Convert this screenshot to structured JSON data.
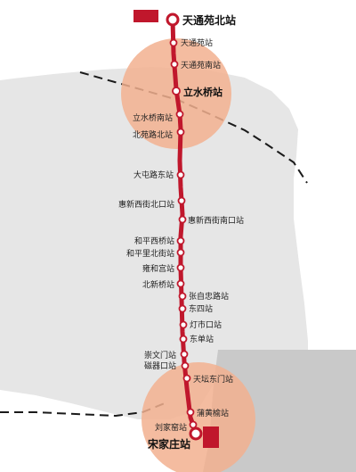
{
  "line": {
    "color": "#c0172c"
  },
  "zones": {
    "fill": "#e6e6e6",
    "circle_fill": "#f2b08f",
    "boundary_color": "#1a1a1a"
  },
  "stations": [
    {
      "id": "tiantongyuan-bei",
      "label": "天通苑北站",
      "kind": "terminal"
    },
    {
      "id": "tiantongyuan",
      "label": "天通苑站",
      "kind": "normal"
    },
    {
      "id": "tiantongyuan-nan",
      "label": "天通苑南站",
      "kind": "normal"
    },
    {
      "id": "lishuiqiao",
      "label": "立水桥站",
      "kind": "major"
    },
    {
      "id": "lishuiqiao-nan",
      "label": "立水桥南站",
      "kind": "normal"
    },
    {
      "id": "beiyuanlu-bei",
      "label": "北苑路北站",
      "kind": "normal"
    },
    {
      "id": "datunlu-dong",
      "label": "大屯路东站",
      "kind": "normal"
    },
    {
      "id": "huixinxijie-beikou",
      "label": "惠新西街北口站",
      "kind": "normal"
    },
    {
      "id": "huixinxijie-nankou",
      "label": "惠新西街南口站",
      "kind": "normal"
    },
    {
      "id": "hepingxiqiao",
      "label": "和平西桥站",
      "kind": "normal"
    },
    {
      "id": "hepinglibeijie",
      "label": "和平里北街站",
      "kind": "normal"
    },
    {
      "id": "yonghegong",
      "label": "雍和宫站",
      "kind": "normal"
    },
    {
      "id": "beixinqiao",
      "label": "北新桥站",
      "kind": "normal"
    },
    {
      "id": "zhangzizhonglu",
      "label": "张自忠路站",
      "kind": "normal"
    },
    {
      "id": "dongsi",
      "label": "东四站",
      "kind": "normal"
    },
    {
      "id": "dengshikou",
      "label": "灯市口站",
      "kind": "normal"
    },
    {
      "id": "dongdan",
      "label": "东单站",
      "kind": "normal"
    },
    {
      "id": "chongwenmen",
      "label": "崇文门站",
      "kind": "normal"
    },
    {
      "id": "ciqikou",
      "label": "磁器口站",
      "kind": "normal"
    },
    {
      "id": "tiantan-dongmen",
      "label": "天坛东门站",
      "kind": "normal"
    },
    {
      "id": "puhuangyu",
      "label": "蒲黄榆站",
      "kind": "normal"
    },
    {
      "id": "liujiayao",
      "label": "刘家窑站",
      "kind": "normal"
    },
    {
      "id": "songjiazhuang",
      "label": "宋家庄站",
      "kind": "terminal"
    }
  ]
}
